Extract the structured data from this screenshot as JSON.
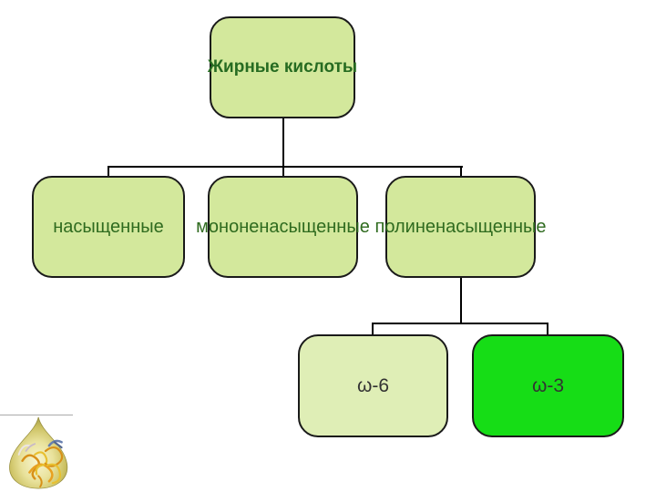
{
  "diagram": {
    "description": "fatty-acids classification tree",
    "nodes": {
      "root": {
        "label": "Жирные кислоты"
      },
      "saturated": {
        "label": "насыщенные"
      },
      "monounsaturated": {
        "label": "мононенасыщенные"
      },
      "polyunsaturated": {
        "label": "полиненасыщенные"
      },
      "omega6": {
        "label": "ω-6"
      },
      "omega3": {
        "label": "ω-3"
      }
    },
    "edges": [
      [
        "root",
        "saturated"
      ],
      [
        "root",
        "monounsaturated"
      ],
      [
        "root",
        "polyunsaturated"
      ],
      [
        "polyunsaturated",
        "omega6"
      ],
      [
        "polyunsaturated",
        "omega3"
      ]
    ]
  },
  "colors": {
    "background": "#ffffff",
    "box_fill_default": "#d3e89c",
    "box_fill_omega6": "#dfeeb6",
    "box_fill_omega3": "#16dd16",
    "box_border": "#1a1a1a",
    "root_text": "#266b21",
    "node_text": "#2f6b1f",
    "omega_text": "#333333",
    "connector": "#000000",
    "faint_line": "#aaaaaa"
  },
  "decor": {
    "oil_drop_icon": "golden oil drop containing molecular ribbon structure"
  }
}
